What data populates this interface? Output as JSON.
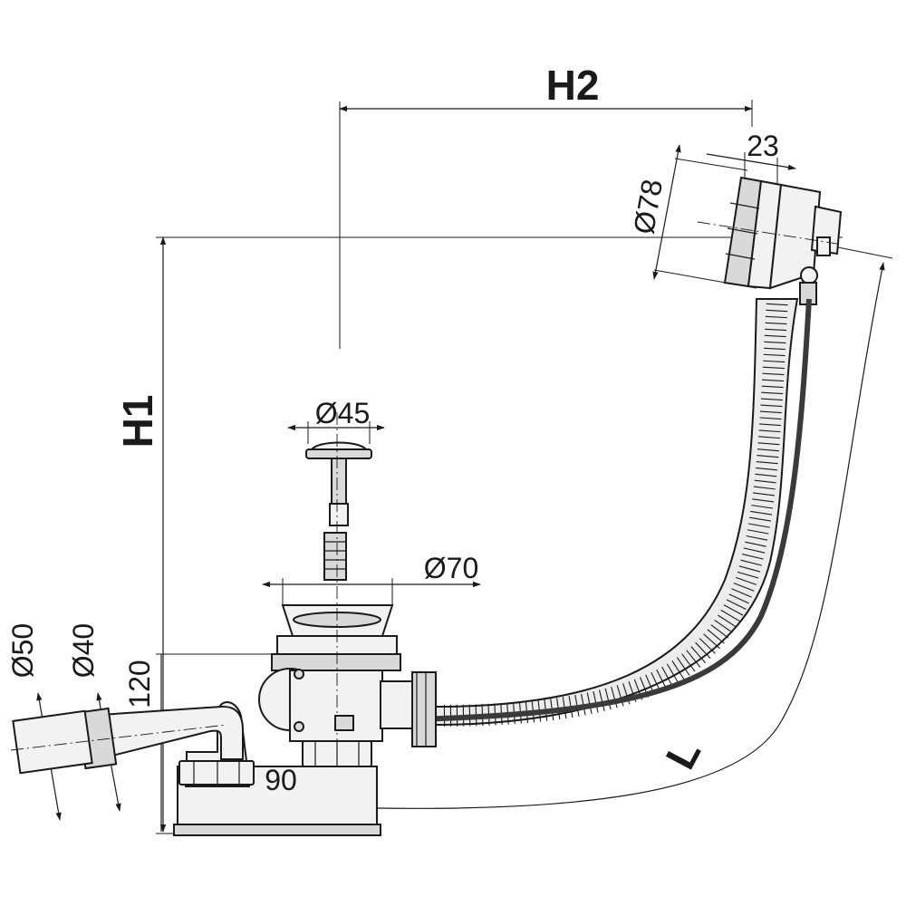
{
  "dimensions": {
    "h2": "H2",
    "h1": "H1",
    "l": "L",
    "d78": "Ø78",
    "d23": "23",
    "d45": "Ø45",
    "d70": "Ø70",
    "d50": "Ø50",
    "d40": "Ø40",
    "d120": "120",
    "d90": "90"
  }
}
